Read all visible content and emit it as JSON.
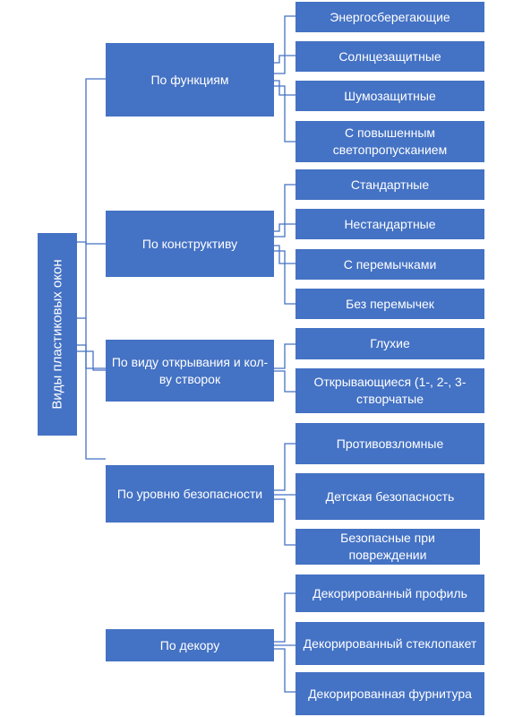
{
  "root": "Виды пластиковых окон",
  "groups": [
    {
      "label": "По функциям",
      "items": [
        "Энергосберегающие",
        "Солнцезащитные",
        "Шумозащитные",
        "С повышенным светопропусканием"
      ]
    },
    {
      "label": "По конструктиву",
      "items": [
        "Стандартные",
        "Нестандартные",
        "С перемычками",
        "Без перемычек"
      ]
    },
    {
      "label": "По виду открывания и кол-ву створок",
      "items": [
        "Глухие",
        "Открывающиеся (1-, 2-, 3-створчатые"
      ]
    },
    {
      "label": "По уровню безопасности",
      "items": [
        "Противовзломные",
        "Детская безопасность",
        "Безопасные при повреждении"
      ]
    },
    {
      "label": "По декору",
      "items": [
        "Декорированный профиль",
        "Декорированный стеклопакет",
        "Декорированная фурнитура"
      ]
    }
  ]
}
